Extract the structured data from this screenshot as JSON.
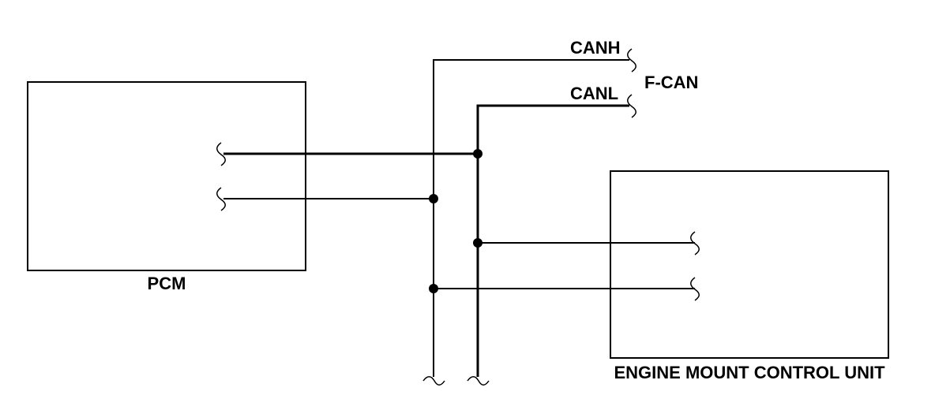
{
  "diagram": {
    "components": {
      "pcm": "PCM",
      "engine_mount_control_unit": "ENGINE MOUNT CONTROL UNIT"
    },
    "signals": {
      "canh": "CANH",
      "canl": "CANL"
    },
    "bus": "F-CAN"
  }
}
